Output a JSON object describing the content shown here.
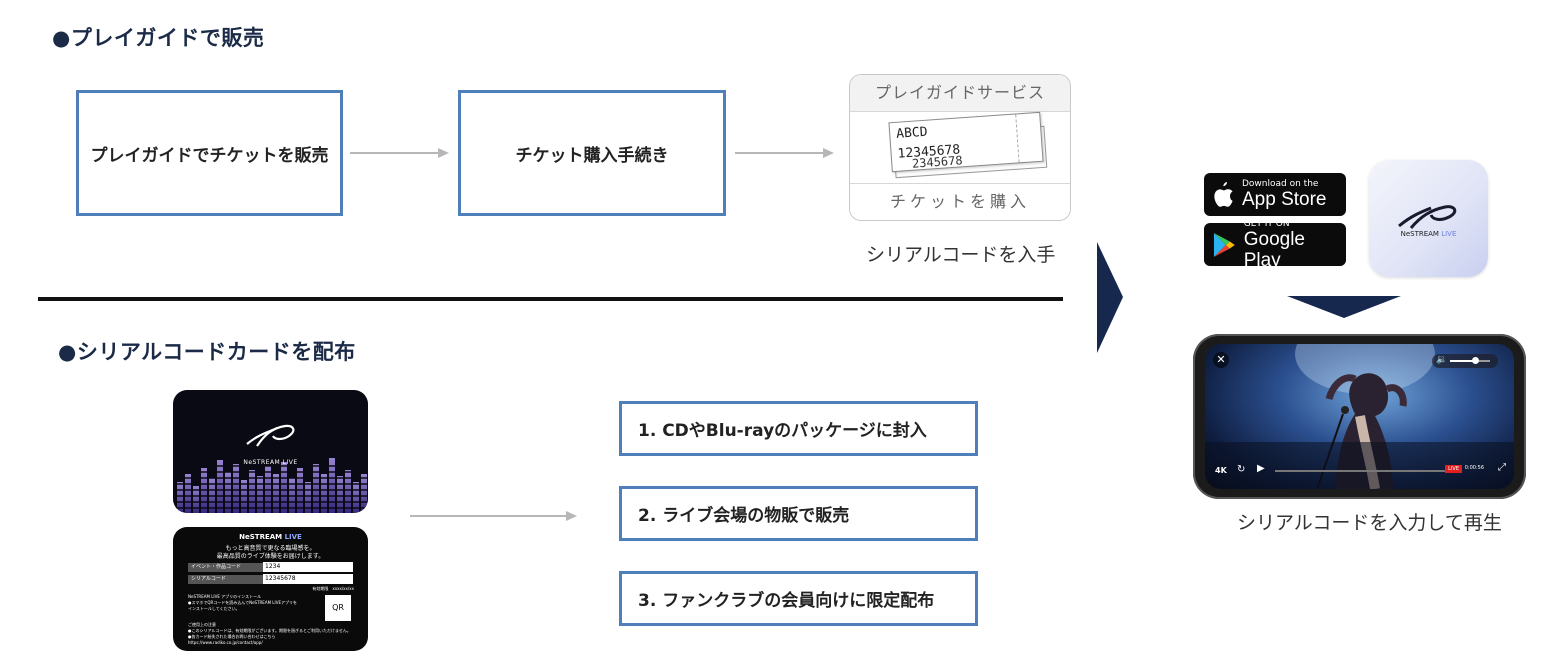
{
  "section1": {
    "heading": "●プレイガイドで販売",
    "step1": "プレイガイドでチケットを販売",
    "step2": "チケット購入手続き",
    "ticket_card": {
      "header": "プレイガイドサービス",
      "ticket_line1": "ABCD",
      "ticket_line2": "12345678",
      "ticket_line3": "2345678",
      "footer": "チケットを購入"
    },
    "caption": "シリアルコードを入手"
  },
  "section2": {
    "heading": "●シリアルコードカードを配布",
    "card_front": {
      "brand": "NeSTREAM LIVE"
    },
    "card_back": {
      "brand_a": "NeSTREAM ",
      "brand_b": "LIVE",
      "tagline1": "もっと高音質で更なる臨場感を。",
      "tagline2": "最高品質のライブ体験をお届けします。",
      "field1_label": "イベント・作品コード",
      "field1_value": "1234",
      "field2_label": "シリアルコード",
      "field2_value": "12345678",
      "expiry": "有効期限　xxxx/xx/xx",
      "install1": "NeSTREAM LIVE アプリのインストール",
      "install2": "●スマホでQRコードを読み込んでNeSTREAM LIVEアプリを",
      "install3": "インストールしてください。",
      "qr": "QR",
      "notes1": "ご使用上の注意",
      "notes2": "●このシリアルコードは、有効期限がございます。期限を過ぎるとご利用いただけません。",
      "notes3": "●各カード紛失された場合お問い合わせはこちら",
      "notes4": "https://www.radiko.co.jp/contact/app/"
    },
    "options": [
      "1. CDやBlu-rayのパッケージに封入",
      "2. ライブ会場の物販で販売",
      "3. ファンクラブの会員向けに限定配布"
    ]
  },
  "right": {
    "app_store": {
      "small": "Download on the",
      "big": "App Store"
    },
    "google_play": {
      "small": "GET IT ON",
      "big": "Google Play"
    },
    "app_icon_label_a": "NeSTREAM",
    "app_icon_label_b": " LIVE",
    "phone": {
      "quality": "4K",
      "live_badge": "LIVE",
      "time": "0:00:56"
    },
    "caption": "シリアルコードを入力して再生"
  },
  "colors": {
    "box_border": "#4f7fb8",
    "navy_arrow": "#17284f",
    "heading": "#1b2a47",
    "connector": "#b7b7b7"
  }
}
